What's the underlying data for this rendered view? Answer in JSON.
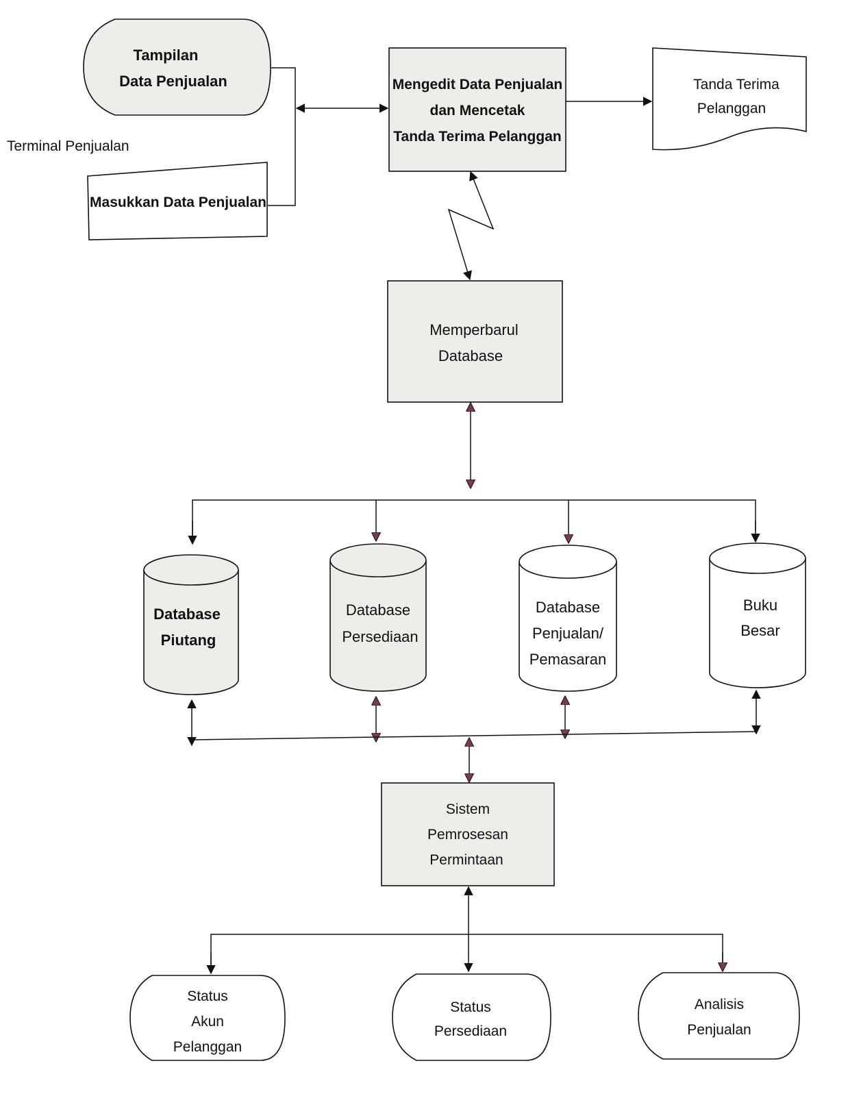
{
  "colors": {
    "ink": "#111111",
    "shaded_fill": "#ededea",
    "plain_fill": "#ffffff",
    "accent_arrow": "#7a3b4e"
  },
  "nodes": {
    "display_sales_data": {
      "lines": [
        "Tampilan",
        "Data Penjualan"
      ]
    },
    "terminal_label": "Terminal Penjualan",
    "input_sales_data": "Masukkan Data Penjualan",
    "edit_and_print": {
      "lines": [
        "Mengedit Data Penjualan",
        "dan Mencetak",
        "Tanda Terima Pelanggan"
      ]
    },
    "customer_receipt": {
      "lines": [
        "Tanda Terima",
        "Pelanggan"
      ]
    },
    "update_database": {
      "lines": [
        "Memperbarul",
        "Database"
      ]
    },
    "db_receivables": {
      "lines": [
        "Database",
        "Piutang"
      ]
    },
    "db_inventory": {
      "lines": [
        "Database",
        "Persediaan"
      ]
    },
    "db_sales_marketing": {
      "lines": [
        "Database",
        "Penjualan/",
        "Pemasaran"
      ]
    },
    "general_ledger": {
      "lines": [
        "Buku",
        "Besar"
      ]
    },
    "inquiry_system": {
      "lines": [
        "Sistem",
        "Pemrosesan",
        "Permintaan"
      ]
    },
    "customer_account_status": {
      "lines": [
        "Status",
        "Akun",
        "Pelanggan"
      ]
    },
    "inventory_status": {
      "lines": [
        "Status",
        "Persediaan"
      ]
    },
    "sales_analysis": {
      "lines": [
        "Analisis",
        "Penjualan"
      ]
    }
  }
}
